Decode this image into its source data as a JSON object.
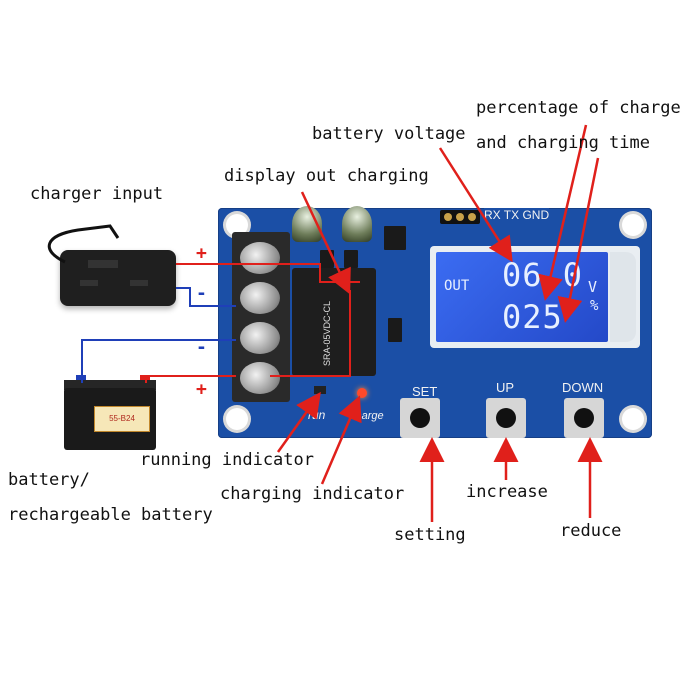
{
  "annotations": {
    "percentage_of_charge": "percentage of charge",
    "battery_voltage": "battery voltage",
    "and_charging_time": "and charging time",
    "display_out_charging": "display out charging",
    "charger_input": "charger input",
    "running_indicator": "running indicator",
    "charging_indicator": "charging indicator",
    "increase": "increase",
    "battery": "battery/",
    "rechargeable_battery": "rechargeable battery",
    "setting": "setting",
    "reduce": "reduce"
  },
  "polarity": {
    "plus_top": "+",
    "minus_upper": "-",
    "minus_lower": "-",
    "plus_bottom": "+"
  },
  "board": {
    "header_label": "RX TX GND",
    "relay_text": "SRA-05VDC-CL",
    "run_label": "run",
    "charge_label": "charge",
    "buttons": {
      "set": "SET",
      "up": "UP",
      "down": "DOWN"
    }
  },
  "lcd": {
    "out_label": "OUT",
    "voltage_value": "06.0",
    "voltage_unit": "V",
    "percent_value": "025",
    "percent_unit": "%"
  },
  "battery_sticker": "55-B24",
  "colors": {
    "pcb": "#1b4fa6",
    "lcd": "#2f5fe0",
    "arrow": "#e0201b",
    "wire_red": "#e0201b",
    "wire_blue": "#1f3fb8",
    "led_charge": "#ff4a2a"
  }
}
